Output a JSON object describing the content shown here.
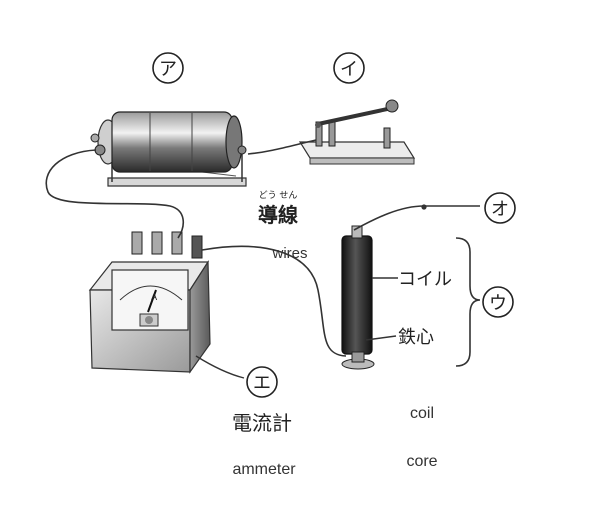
{
  "markers": {
    "a": "ア",
    "i": "イ",
    "u": "ウ",
    "e": "エ",
    "o": "オ"
  },
  "labels": {
    "wires_ruby": "どう せん",
    "wires_jp": "導線",
    "wires_en": "wires",
    "coil_jp": "コイル",
    "core_jp": "鉄心",
    "ammeter_jp": "電流計",
    "ammeter_en": "ammeter",
    "coil_en": "coil",
    "core_en": "core",
    "meter_unit": "A"
  }
}
